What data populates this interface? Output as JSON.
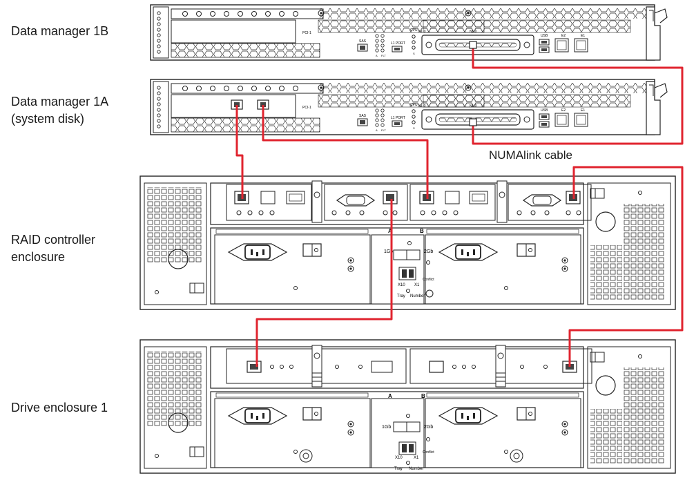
{
  "labels": {
    "dm1b": "Data manager 1B",
    "dm1a_l1": "Data manager 1A",
    "dm1a_l2": "(system disk)",
    "raid_l1": "RAID controller",
    "raid_l2": "enclosure",
    "drive": "Drive enclosure 1",
    "numalink": "NUMAlink cable"
  },
  "server": {
    "pci": "PCI-1",
    "sas": "SAS",
    "l1port": "L1 PORT",
    "cpu": "CPU",
    "nl0": "NL 0",
    "usb": "USB",
    "e2": "E2",
    "e1": "E1",
    "a": "A",
    "flt": "FLT",
    "s": "S",
    "ss": "SS"
  },
  "enclosure": {
    "a": "A",
    "b": "B",
    "speed_low": "1Gb",
    "speed_high": "2Gb",
    "x10": "X10",
    "x1": "X1",
    "conflict": "Conflict",
    "tray": "Tray",
    "number": "Number"
  },
  "colors": {
    "cable": "#e0242f",
    "line": "#222222"
  }
}
